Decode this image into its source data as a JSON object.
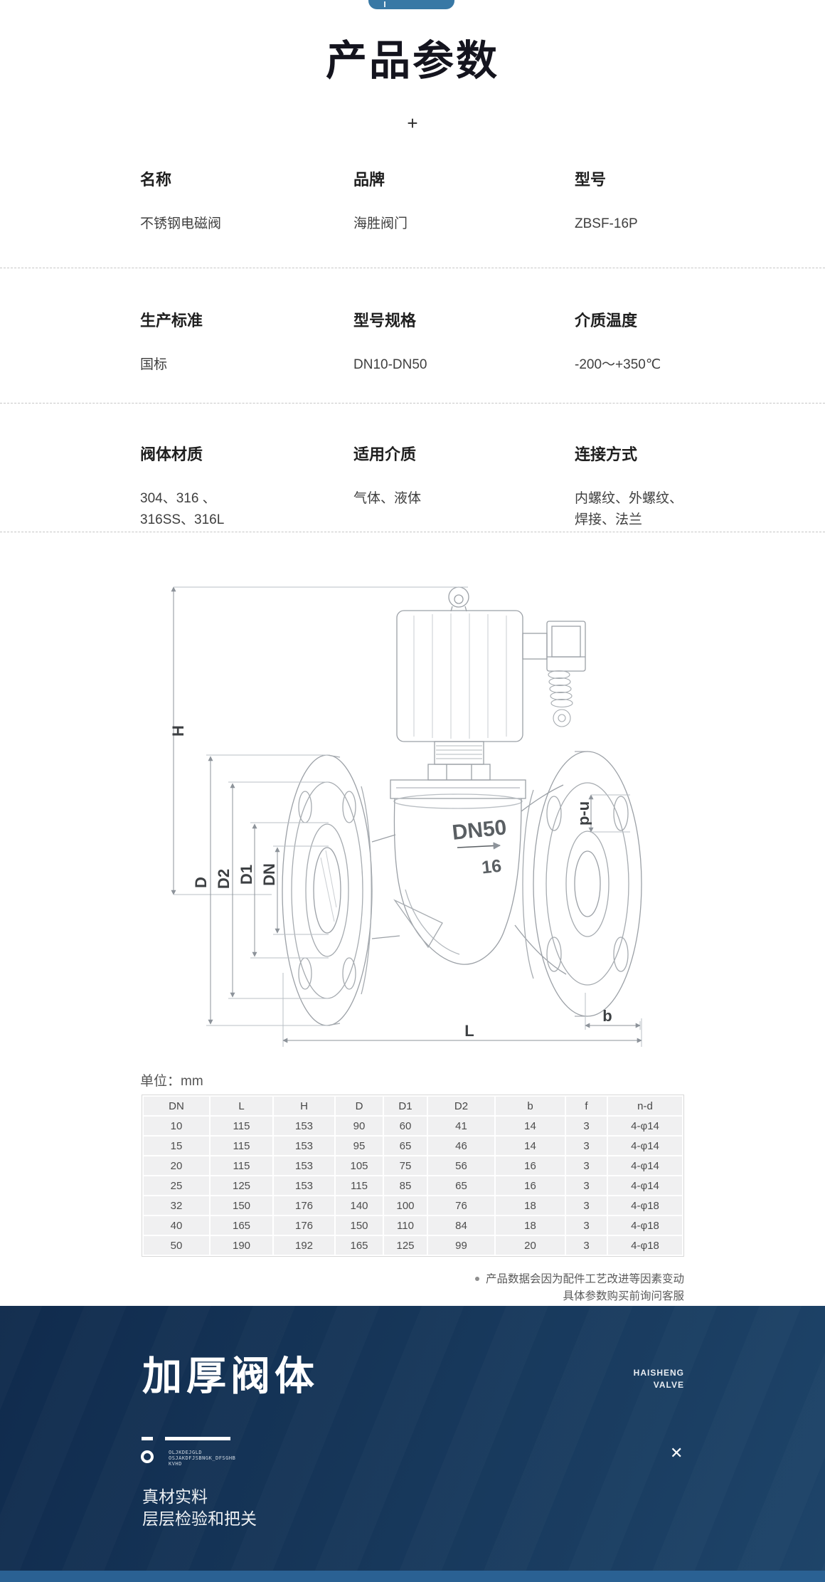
{
  "badge": {
    "color": "#3878a5"
  },
  "header": {
    "title": "产品参数",
    "plus_mark": "+"
  },
  "specs": {
    "rows": [
      {
        "cells": [
          {
            "label": "名称",
            "value": "不锈钢电磁阀"
          },
          {
            "label": "品牌",
            "value": "海胜阀门"
          },
          {
            "label": "型号",
            "value": "ZBSF-16P"
          }
        ]
      },
      {
        "cells": [
          {
            "label": "生产标准",
            "value": "国标"
          },
          {
            "label": "型号规格",
            "value": "DN10-DN50"
          },
          {
            "label": "介质温度",
            "value": "-200～+350℃"
          }
        ]
      },
      {
        "cells": [
          {
            "label": "阀体材质",
            "value": "304、316 、\n316SS、316L"
          },
          {
            "label": "适用介质",
            "value": "气体、液体"
          },
          {
            "label": "连接方式",
            "value": "内螺纹、外螺纹、\n焊接、法兰"
          }
        ]
      }
    ]
  },
  "diagram": {
    "labels": {
      "h": "H",
      "d": "D",
      "d2": "D2",
      "d1": "D1",
      "dn": "DN",
      "nd": "n-d",
      "b": "b",
      "l": "L"
    },
    "body_marks": {
      "size": "DN50",
      "pressure": "16"
    }
  },
  "table": {
    "unit_label": "单位：mm",
    "columns": [
      "DN",
      "L",
      "H",
      "D",
      "D1",
      "D2",
      "b",
      "f",
      "n-d"
    ],
    "rows": [
      [
        "10",
        "115",
        "153",
        "90",
        "60",
        "41",
        "14",
        "3",
        "4-φ14"
      ],
      [
        "15",
        "115",
        "153",
        "95",
        "65",
        "46",
        "14",
        "3",
        "4-φ14"
      ],
      [
        "20",
        "115",
        "153",
        "105",
        "75",
        "56",
        "16",
        "3",
        "4-φ14"
      ],
      [
        "25",
        "125",
        "153",
        "115",
        "85",
        "65",
        "16",
        "3",
        "4-φ14"
      ],
      [
        "32",
        "150",
        "176",
        "140",
        "100",
        "76",
        "18",
        "3",
        "4-φ18"
      ],
      [
        "40",
        "165",
        "176",
        "150",
        "110",
        "84",
        "18",
        "3",
        "4-φ18"
      ],
      [
        "50",
        "190",
        "192",
        "165",
        "125",
        "99",
        "20",
        "3",
        "4-φ18"
      ]
    ],
    "note_line1": "产品数据会因为配件工艺改进等因素变动",
    "note_line2": "具体参数购买前询问客服"
  },
  "hero": {
    "title": "加厚阀体",
    "brand_line1": "HAISHENG",
    "brand_line2": "VALVE",
    "fine_print": "OLJKDEJGLD\nOSJAKDFJSBNGK_DFSGHB\nKVHD",
    "close_mark": "✕",
    "caption_line1": "真材实料",
    "caption_line2": "层层检验和把关"
  }
}
